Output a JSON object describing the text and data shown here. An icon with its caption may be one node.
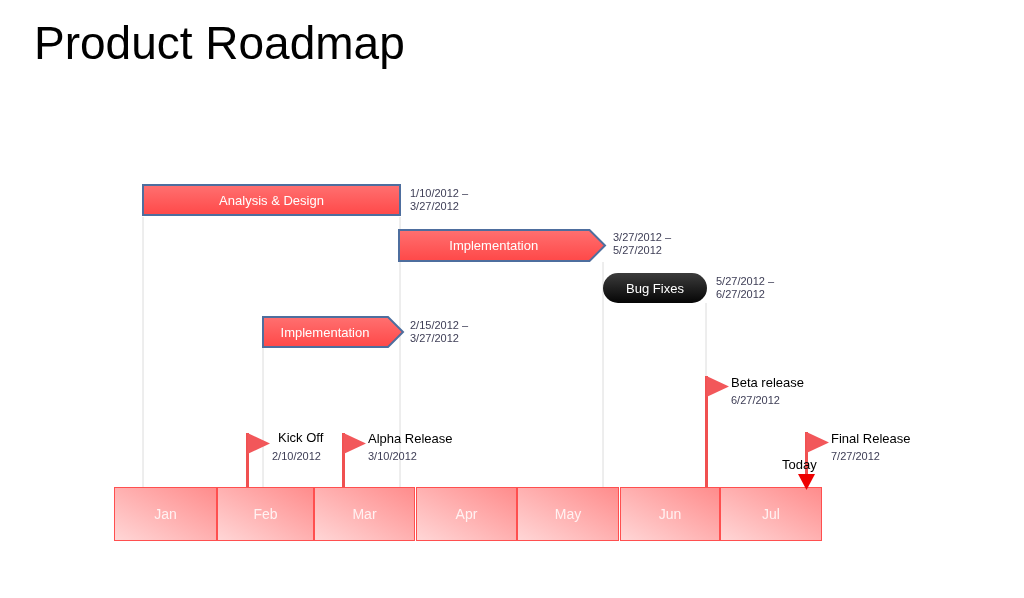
{
  "diagram": {
    "title": "Product Roadmap",
    "nodes": [
      {
        "text": [
          "Analysis & Design"
        ],
        "beside": [
          "1/10/2012 – 3/27/2012"
        ]
      },
      {
        "text": [
          "Implementation"
        ],
        "beside": [
          "3/27/2012 – 5/27/2012"
        ]
      },
      {
        "text": [
          "Bug Fixes"
        ],
        "beside": [
          "5/27/2012 – 6/27/2012"
        ]
      },
      {
        "text": [
          "Implementation"
        ],
        "beside": [
          "2/15/2012 – 3/27/2012"
        ]
      },
      {
        "text": [
          "Jan"
        ]
      },
      {
        "text": [
          "Feb"
        ]
      },
      {
        "text": [
          "Mar"
        ]
      },
      {
        "text": [
          "Apr"
        ]
      },
      {
        "text": [
          "May"
        ]
      },
      {
        "text": [
          "Jun"
        ]
      },
      {
        "text": [
          "Jul"
        ]
      }
    ],
    "labels": [
      "Beta release",
      "6/27/2012",
      "Kick Off",
      "2/10/2012",
      "Alpha Release",
      "3/10/2012",
      "Final Release",
      "7/27/2012",
      "Today"
    ]
  }
}
